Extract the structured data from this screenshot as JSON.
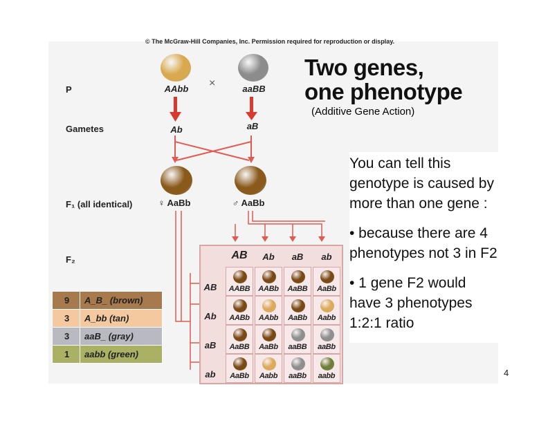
{
  "copyright": "© The McGraw-Hill Companies, Inc. Permission required for reproduction or display.",
  "title_line1": "Two genes,",
  "title_line2": "one phenotype",
  "subtitle": "(Additive Gene Action)",
  "rows": {
    "p": "P",
    "gametes": "Gametes",
    "f1": "F₁ (all identical)",
    "f2": "F₂"
  },
  "parents": [
    {
      "genotype": "AAbb",
      "gamete": "Ab",
      "color": "#d9a94f"
    },
    {
      "genotype": "aaBB",
      "gamete": "aB",
      "color": "#8c8c8c"
    }
  ],
  "cross_symbol": "×",
  "f1": [
    {
      "label": "♀ AaBb",
      "color": "#8a5a1c"
    },
    {
      "label": "♂ AaBb",
      "color": "#8a5a1c"
    }
  ],
  "punnett": {
    "col_headers": [
      "AB",
      "Ab",
      "aB",
      "ab"
    ],
    "row_headers": [
      "AB",
      "Ab",
      "aB",
      "ab"
    ],
    "cells": [
      [
        "AABB",
        "AABb",
        "AaBB",
        "AaBb"
      ],
      [
        "AABb",
        "AAbb",
        "AaBb",
        "Aabb"
      ],
      [
        "AaBB",
        "AaBb",
        "aaBB",
        "aaBb"
      ],
      [
        "AaBb",
        "Aabb",
        "aaBb",
        "aabb"
      ]
    ],
    "cell_colors": [
      [
        "brown",
        "brown",
        "brown",
        "brown"
      ],
      [
        "brown",
        "tan",
        "brown",
        "tan"
      ],
      [
        "brown",
        "brown",
        "gray",
        "gray"
      ],
      [
        "brown",
        "tan",
        "gray",
        "green"
      ]
    ]
  },
  "phenotype_colors": {
    "brown": "#7a4a16",
    "tan": "#dcaa5a",
    "gray": "#8e8e8e",
    "green": "#6f7f3a"
  },
  "legend": [
    {
      "count": "9",
      "label": "A_B_ (brown)",
      "bg": "#a77a4d"
    },
    {
      "count": "3",
      "label": "A_bb (tan)",
      "bg": "#f4c9a0"
    },
    {
      "count": "3",
      "label": "aaB_ (gray)",
      "bg": "#b9b9c2"
    },
    {
      "count": "1",
      "label": "aabb (green)",
      "bg": "#aab064"
    }
  ],
  "text": {
    "intro": "You can tell this genotype is caused by more than one gene :",
    "bullet1": "• because there are 4 phenotypes not 3 in F2",
    "bullet2": "• 1 gene F2 would have 3 phenotypes 1:2:1 ratio"
  },
  "page_number": "4"
}
